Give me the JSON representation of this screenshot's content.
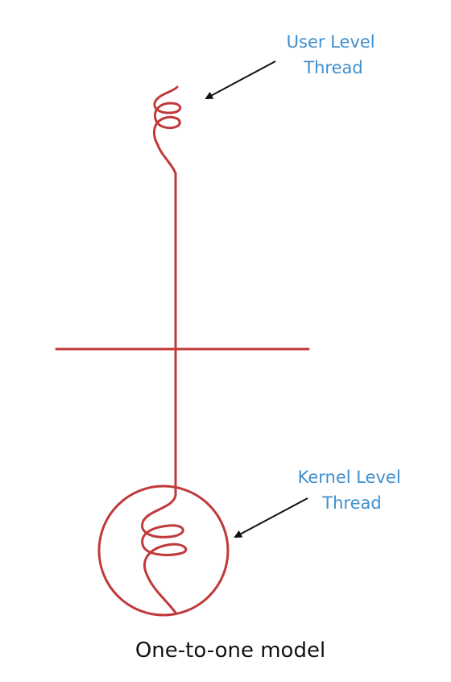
{
  "labels": {
    "user_level": [
      "User Level",
      "Thread"
    ],
    "kernel_level": [
      "Kernel Level",
      "Thread"
    ],
    "caption": "One-to-one model"
  },
  "colors": {
    "thread": "#c0393b",
    "label": "#3f8fcc",
    "caption": "#111111",
    "arrow": "#111111"
  }
}
